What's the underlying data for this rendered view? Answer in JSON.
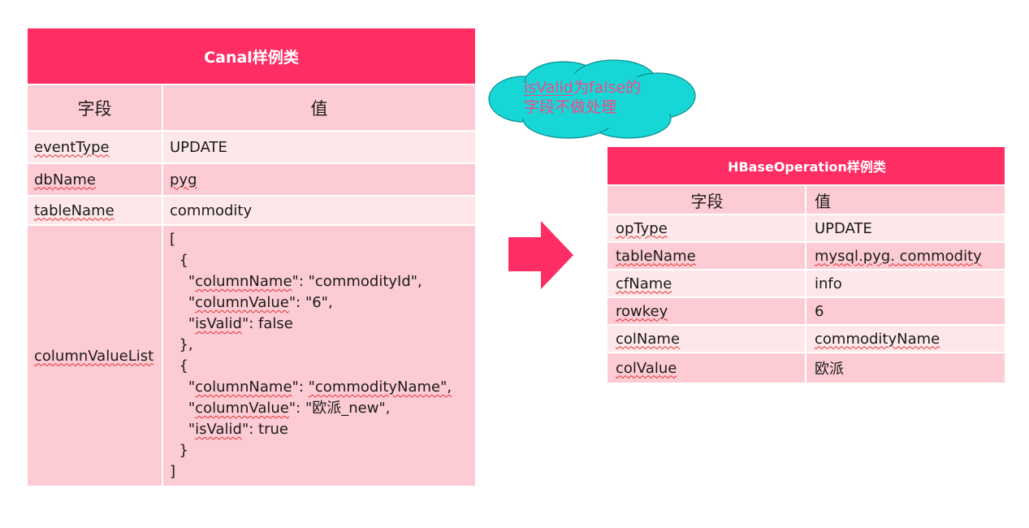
{
  "canal": {
    "title": "Canal样例类",
    "col_field": "字段",
    "col_value": "值",
    "rows": [
      {
        "field": "eventType",
        "value": "UPDATE"
      },
      {
        "field": "dbName",
        "value": "pyg"
      },
      {
        "field": "tableName",
        "value": "commodity"
      },
      {
        "field": "columnValueList"
      }
    ],
    "column_value_list": {
      "l1": "[",
      "l2": "  {",
      "l3_key": "columnName",
      "l3_val": "\"commodityId\",",
      "l4_key": "columnValue",
      "l4_val": "\"6\",",
      "l5_key": "isValid",
      "l5_val": "false",
      "l6": "  },",
      "l7": "  {",
      "l8_key": "columnName",
      "l8_val": "\"commodityName\",",
      "l9_key": "columnValue",
      "l9_val": "\"欧派_new\",",
      "l10_key": "isValid",
      "l10_val": "true",
      "l11": "  }",
      "l12": "]"
    }
  },
  "note": {
    "highlight": "isValid",
    "text_rest_line1": "为false的",
    "line2": "字段不做处理"
  },
  "hbase": {
    "title": "HBaseOperation样例类",
    "col_field": "字段",
    "col_value": "值",
    "rows": [
      {
        "field": "opType",
        "value": "UPDATE"
      },
      {
        "field": "tableName",
        "value": "mysql.pyg. commodity"
      },
      {
        "field": "cfName",
        "value": "info"
      },
      {
        "field": "rowkey",
        "value": "6"
      },
      {
        "field": "colName",
        "value": "commodityName"
      },
      {
        "field": "colValue",
        "value": "欧派"
      }
    ]
  },
  "colors": {
    "header": "#fe2d64",
    "row_dark": "#fdcbd3",
    "row_light": "#fde7ea",
    "arrow": "#fe2d64",
    "cloud_fill": "#17d6d6",
    "cloud_text": "#f04a8a"
  }
}
